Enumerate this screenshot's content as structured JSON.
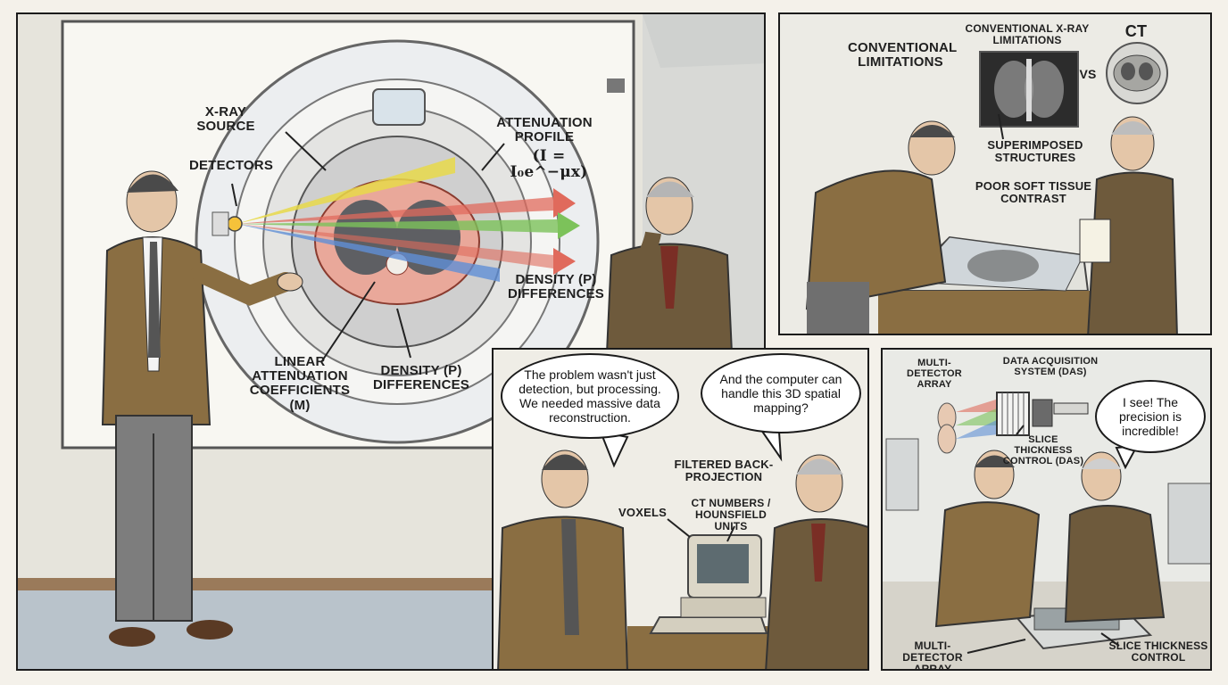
{
  "panel1": {
    "labels": {
      "xray_source": "X-RAY SOURCE",
      "detectors": "DETECTORS",
      "attenuation_profile": "ATTENUATION PROFILE",
      "attenuation_formula": "(I = I₀e^−μx)",
      "density_right": "DENSITY (ρ) DIFFERENCES",
      "linear_attenuation": "LINEAR ATTENUATION COEFFICIENTS (μ)",
      "density_bottom": "DENSITY (ρ) DIFFERENCES"
    }
  },
  "panel2": {
    "labels": {
      "conventional_limitations": "CONVENTIONAL LIMITATIONS",
      "conventional_xray_limitations": "CONVENTIONAL X-RAY LIMITATIONS",
      "ct": "CT",
      "vs": "VS",
      "superimposed": "SUPERIMPOSED STRUCTURES",
      "poor_contrast": "POOR SOFT TISSUE CONTRAST"
    }
  },
  "panel3": {
    "speech_left": "The problem wasn't just detection, but processing. We needed massive data reconstruction.",
    "speech_right": "And the computer can handle this 3D spatial mapping?",
    "labels": {
      "filtered": "FILTERED BACK-PROJECTION",
      "voxels": "VOXELS",
      "ct_numbers": "CT NUMBERS / HOUNSFIELD UNITS"
    }
  },
  "panel4": {
    "speech": "I see! The precision is incredible!",
    "labels": {
      "multi_detector_top": "MULTI-DETECTOR ARRAY",
      "das": "DATA ACQUISITION SYSTEM (DAS)",
      "slice_control_top": "SLICE THICKNESS CONTROL (DAS)",
      "multi_detector_bottom": "MULTI-DETECTOR ARRAY",
      "slice_control_bottom": "SLICE THICKNESS CONTROL"
    }
  },
  "colors": {
    "tweed": "#8a6e42",
    "trousers": "#7d7d7d",
    "beam_yellow": "#e8d94a",
    "beam_red": "#e06a5c",
    "beam_green": "#7cc25a",
    "beam_blue": "#5f8fd6"
  }
}
